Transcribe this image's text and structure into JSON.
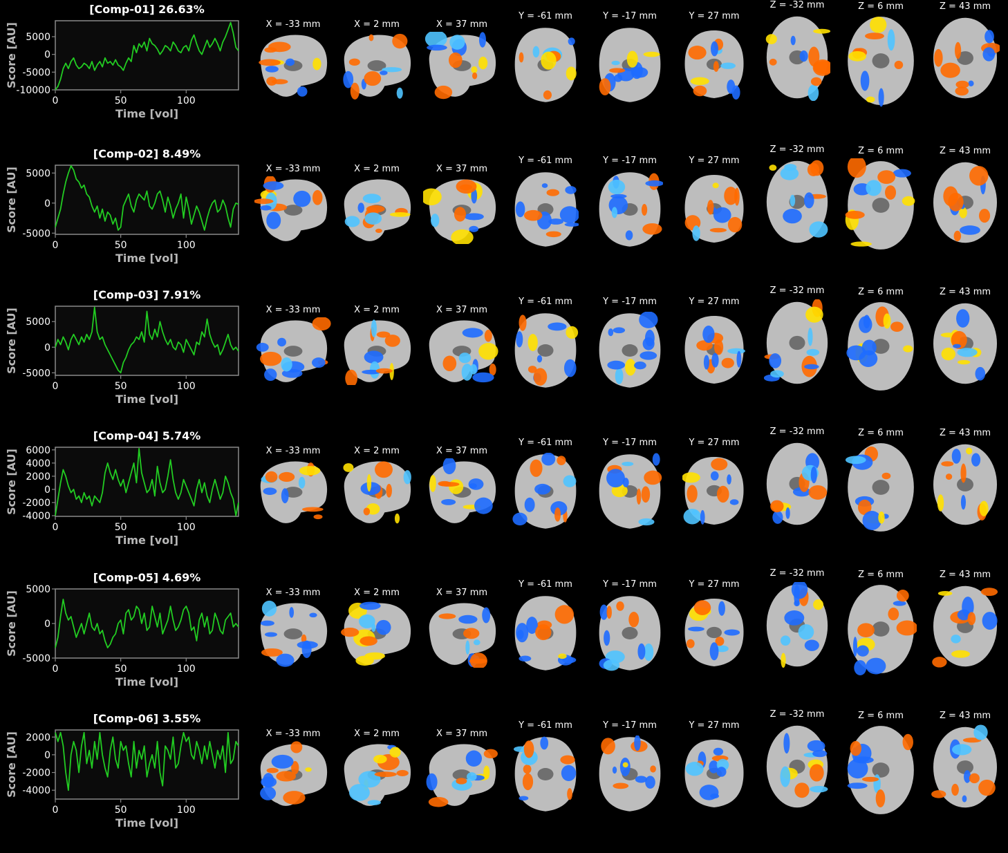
{
  "slice_labels": {
    "sagittal": [
      "X = -33 mm",
      "X = 2 mm",
      "X = 37 mm"
    ],
    "coronal": [
      "Y = -61 mm",
      "Y = -17 mm",
      "Y = 27 mm"
    ],
    "axial": [
      "Z = -32 mm",
      "Z = 6 mm",
      "Z = 43 mm"
    ]
  },
  "colors": {
    "line": "#22cc22",
    "positive": "#ff6a00",
    "positive_peak": "#ffe000",
    "negative": "#1e6bff",
    "negative_peak": "#4fc3ff",
    "brain": "#bdbdbd"
  },
  "chart_data": [
    {
      "type": "line",
      "title": "[Comp-01] 26.63%",
      "xlabel": "Time [vol]",
      "ylabel": "Score [AU]",
      "xlim": [
        0,
        140
      ],
      "ylim": [
        -10000,
        9500
      ],
      "xticks": [
        0,
        50,
        100
      ],
      "yticks": [
        -10000,
        -5000,
        0,
        5000
      ],
      "x": [
        0,
        2,
        4,
        6,
        8,
        10,
        12,
        14,
        16,
        18,
        20,
        22,
        24,
        26,
        28,
        30,
        32,
        34,
        36,
        38,
        40,
        42,
        44,
        46,
        48,
        50,
        52,
        54,
        56,
        58,
        60,
        62,
        64,
        66,
        68,
        70,
        72,
        74,
        76,
        78,
        80,
        82,
        84,
        86,
        88,
        90,
        92,
        94,
        96,
        98,
        100,
        102,
        104,
        106,
        108,
        110,
        112,
        114,
        116,
        118,
        120,
        122,
        124,
        126,
        128,
        130,
        132,
        134,
        136,
        138,
        140
      ],
      "values": [
        -10000,
        -9000,
        -7000,
        -4000,
        -2500,
        -4000,
        -2000,
        -1000,
        -3000,
        -4000,
        -3500,
        -2500,
        -3000,
        -4000,
        -2000,
        -4500,
        -3000,
        -2000,
        -3500,
        -1000,
        -2500,
        -2000,
        -3000,
        -1500,
        -3000,
        -3500,
        -4500,
        -2500,
        -1000,
        -2000,
        2500,
        500,
        3000,
        2000,
        3500,
        1000,
        4500,
        3000,
        2500,
        1500,
        0,
        1000,
        2500,
        2000,
        1000,
        3500,
        2500,
        1000,
        500,
        2000,
        2500,
        1000,
        4000,
        5500,
        3000,
        1000,
        0,
        2000,
        4000,
        2000,
        3000,
        4500,
        3000,
        1000,
        3500,
        5000,
        7000,
        9000,
        6000,
        2000,
        1000
      ]
    },
    {
      "type": "line",
      "title": "[Comp-02] 8.49%",
      "xlabel": "Time [vol]",
      "ylabel": "Score [AU]",
      "xlim": [
        0,
        140
      ],
      "ylim": [
        -5200,
        6300
      ],
      "xticks": [
        0,
        50,
        100
      ],
      "yticks": [
        -5000,
        0,
        5000
      ],
      "x": [
        0,
        2,
        4,
        6,
        8,
        10,
        12,
        14,
        16,
        18,
        20,
        22,
        24,
        26,
        28,
        30,
        32,
        34,
        36,
        38,
        40,
        42,
        44,
        46,
        48,
        50,
        52,
        54,
        56,
        58,
        60,
        62,
        64,
        66,
        68,
        70,
        72,
        74,
        76,
        78,
        80,
        82,
        84,
        86,
        88,
        90,
        92,
        94,
        96,
        98,
        100,
        102,
        104,
        106,
        108,
        110,
        112,
        114,
        116,
        118,
        120,
        122,
        124,
        126,
        128,
        130,
        132,
        134,
        136,
        138,
        140
      ],
      "values": [
        -4000,
        -2500,
        -1000,
        1500,
        3500,
        5000,
        6200,
        5500,
        4000,
        3500,
        2500,
        3000,
        1500,
        1000,
        -500,
        -1500,
        -500,
        -2500,
        -1000,
        -3000,
        -1500,
        -2000,
        -3500,
        -2500,
        -4500,
        -4000,
        -500,
        500,
        1500,
        -500,
        -1500,
        500,
        1500,
        1000,
        500,
        2000,
        -500,
        -1000,
        0,
        1500,
        2000,
        500,
        -1500,
        1000,
        -500,
        -2500,
        -1000,
        0,
        1500,
        -2500,
        1000,
        -1000,
        -3500,
        -2000,
        -500,
        -1500,
        -3000,
        -4500,
        -2500,
        -1000,
        0,
        500,
        -1500,
        -1000,
        500,
        -500,
        -2500,
        -4000,
        -1000,
        0,
        -200
      ]
    },
    {
      "type": "line",
      "title": "[Comp-03] 7.91%",
      "xlabel": "Time [vol]",
      "ylabel": "Score [AU]",
      "xlim": [
        0,
        140
      ],
      "ylim": [
        -5500,
        8000
      ],
      "xticks": [
        0,
        50,
        100
      ],
      "yticks": [
        -5000,
        0,
        5000
      ],
      "x": [
        0,
        2,
        4,
        6,
        8,
        10,
        12,
        14,
        16,
        18,
        20,
        22,
        24,
        26,
        28,
        30,
        32,
        34,
        36,
        38,
        40,
        42,
        44,
        46,
        48,
        50,
        52,
        54,
        56,
        58,
        60,
        62,
        64,
        66,
        68,
        70,
        72,
        74,
        76,
        78,
        80,
        82,
        84,
        86,
        88,
        90,
        92,
        94,
        96,
        98,
        100,
        102,
        104,
        106,
        108,
        110,
        112,
        114,
        116,
        118,
        120,
        122,
        124,
        126,
        128,
        130,
        132,
        134,
        136,
        138,
        140
      ],
      "values": [
        0,
        1500,
        500,
        2000,
        1000,
        -500,
        1500,
        2500,
        1500,
        500,
        2000,
        1000,
        2500,
        1500,
        3000,
        7800,
        3000,
        1500,
        2000,
        500,
        -500,
        -1500,
        -2500,
        -3500,
        -4500,
        -5000,
        -3000,
        -2000,
        -500,
        500,
        1000,
        2000,
        1500,
        3000,
        1000,
        7000,
        2500,
        1500,
        3500,
        2000,
        5000,
        3000,
        1500,
        500,
        1500,
        0,
        -500,
        1000,
        500,
        -1000,
        1500,
        500,
        -500,
        -1500,
        1000,
        500,
        3000,
        2000,
        5500,
        2500,
        1000,
        0,
        500,
        -1500,
        -500,
        1000,
        2500,
        500,
        -500,
        0,
        -800
      ]
    },
    {
      "type": "line",
      "title": "[Comp-04] 5.74%",
      "xlabel": "Time [vol]",
      "ylabel": "Score [AU]",
      "xlim": [
        0,
        140
      ],
      "ylim": [
        -4100,
        6400
      ],
      "xticks": [
        0,
        50,
        100
      ],
      "yticks": [
        -4000,
        -2000,
        0,
        2000,
        4000,
        6000
      ],
      "x": [
        0,
        2,
        4,
        6,
        8,
        10,
        12,
        14,
        16,
        18,
        20,
        22,
        24,
        26,
        28,
        30,
        32,
        34,
        36,
        38,
        40,
        42,
        44,
        46,
        48,
        50,
        52,
        54,
        56,
        58,
        60,
        62,
        64,
        66,
        68,
        70,
        72,
        74,
        76,
        78,
        80,
        82,
        84,
        86,
        88,
        90,
        92,
        94,
        96,
        98,
        100,
        102,
        104,
        106,
        108,
        110,
        112,
        114,
        116,
        118,
        120,
        122,
        124,
        126,
        128,
        130,
        132,
        134,
        136,
        138,
        140
      ],
      "values": [
        -4000,
        -1500,
        1000,
        3000,
        2000,
        500,
        -500,
        0,
        -1500,
        -1000,
        -2000,
        -500,
        -1500,
        -1000,
        -2500,
        -1000,
        -1500,
        -2000,
        -500,
        2500,
        4000,
        2500,
        1500,
        3000,
        1500,
        500,
        1500,
        -500,
        1000,
        2500,
        4000,
        1000,
        6200,
        2500,
        1000,
        -500,
        0,
        1500,
        -1000,
        3500,
        1000,
        -500,
        0,
        2000,
        4500,
        1500,
        -500,
        -1500,
        -500,
        1500,
        500,
        -500,
        -1500,
        -2500,
        0,
        1500,
        -500,
        1000,
        -1000,
        -2000,
        0,
        1500,
        0,
        -1500,
        -500,
        2000,
        1000,
        -500,
        -1500,
        -4000,
        -2000
      ]
    },
    {
      "type": "line",
      "title": "[Comp-05] 4.69%",
      "xlabel": "Time [vol]",
      "ylabel": "Score [AU]",
      "xlim": [
        0,
        140
      ],
      "ylim": [
        -5000,
        5000
      ],
      "xticks": [
        0,
        50,
        100
      ],
      "yticks": [
        -5000,
        0,
        5000
      ],
      "x": [
        0,
        2,
        4,
        6,
        8,
        10,
        12,
        14,
        16,
        18,
        20,
        22,
        24,
        26,
        28,
        30,
        32,
        34,
        36,
        38,
        40,
        42,
        44,
        46,
        48,
        50,
        52,
        54,
        56,
        58,
        60,
        62,
        64,
        66,
        68,
        70,
        72,
        74,
        76,
        78,
        80,
        82,
        84,
        86,
        88,
        90,
        92,
        94,
        96,
        98,
        100,
        102,
        104,
        106,
        108,
        110,
        112,
        114,
        116,
        118,
        120,
        122,
        124,
        126,
        128,
        130,
        132,
        134,
        136,
        138,
        140
      ],
      "values": [
        -3500,
        -2000,
        1000,
        3500,
        1500,
        500,
        1000,
        -500,
        -2000,
        -1000,
        0,
        -1500,
        0,
        1500,
        -500,
        -1000,
        0,
        -1500,
        -1000,
        -2500,
        -3500,
        -3000,
        -2000,
        -1500,
        0,
        500,
        -1500,
        1500,
        2000,
        500,
        1000,
        2500,
        2000,
        0,
        1500,
        -1000,
        -500,
        2500,
        1000,
        -500,
        1500,
        -1500,
        -500,
        500,
        2500,
        500,
        -1000,
        -500,
        500,
        2000,
        2500,
        1500,
        -1000,
        -500,
        -2500,
        500,
        1500,
        -500,
        1000,
        -1500,
        -1000,
        1500,
        500,
        -1000,
        -1500,
        500,
        1000,
        1500,
        -500,
        0,
        -500
      ]
    },
    {
      "type": "line",
      "title": "[Comp-06] 3.55%",
      "xlabel": "Time [vol]",
      "ylabel": "Score [AU]",
      "xlim": [
        0,
        140
      ],
      "ylim": [
        -5000,
        2800
      ],
      "xticks": [
        0,
        50,
        100
      ],
      "yticks": [
        -4000,
        -2000,
        0,
        2000
      ],
      "x": [
        0,
        2,
        4,
        6,
        8,
        10,
        12,
        14,
        16,
        18,
        20,
        22,
        24,
        26,
        28,
        30,
        32,
        34,
        36,
        38,
        40,
        42,
        44,
        46,
        48,
        50,
        52,
        54,
        56,
        58,
        60,
        62,
        64,
        66,
        68,
        70,
        72,
        74,
        76,
        78,
        80,
        82,
        84,
        86,
        88,
        90,
        92,
        94,
        96,
        98,
        100,
        102,
        104,
        106,
        108,
        110,
        112,
        114,
        116,
        118,
        120,
        122,
        124,
        126,
        128,
        130,
        132,
        134,
        136,
        138,
        140
      ],
      "values": [
        2500,
        1500,
        2500,
        1000,
        -2000,
        -4000,
        0,
        1500,
        500,
        -2000,
        1000,
        2500,
        -1000,
        500,
        -1500,
        1500,
        -500,
        2500,
        0,
        -1500,
        -2500,
        500,
        2000,
        -500,
        -1500,
        1500,
        500,
        1000,
        -1000,
        -2500,
        1500,
        -1500,
        500,
        -500,
        1000,
        -2500,
        -1000,
        0,
        -1500,
        1500,
        -2000,
        -3500,
        1000,
        500,
        -500,
        2000,
        -1500,
        -1000,
        1000,
        2500,
        1500,
        2000,
        0,
        -500,
        1500,
        500,
        -1000,
        1000,
        -500,
        1500,
        0,
        -1500,
        500,
        -500,
        1000,
        -2000,
        2500,
        -1000,
        -500,
        1500,
        1000
      ]
    }
  ]
}
